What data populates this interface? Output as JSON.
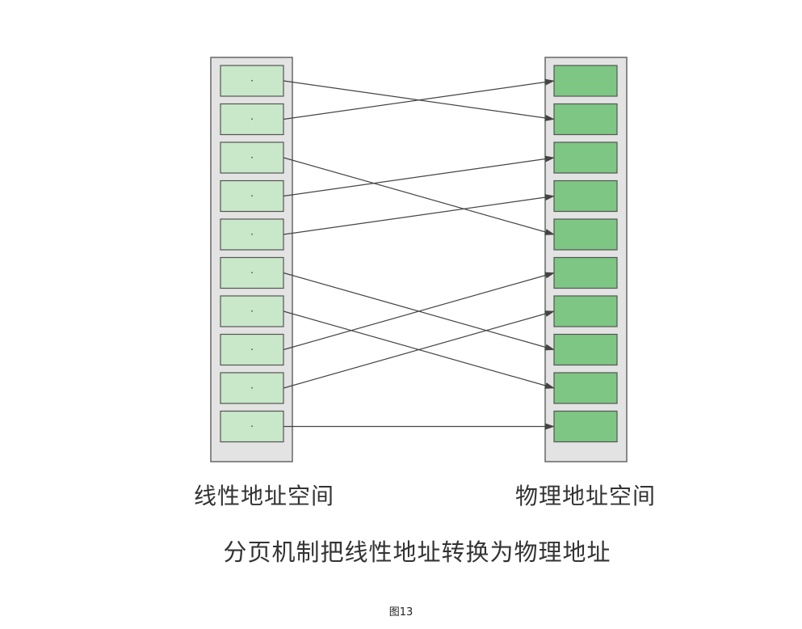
{
  "diagram": {
    "linear_space_label": "线性地址空间",
    "physical_space_label": "物理地址空间",
    "caption": "分页机制把线性地址转换为物理地址",
    "figure_number": "图13",
    "linear_page_mark": "·",
    "linear_page_count": 10,
    "physical_page_count": 10,
    "mappings": [
      {
        "from": 0,
        "to": 1
      },
      {
        "from": 1,
        "to": 0
      },
      {
        "from": 2,
        "to": 4
      },
      {
        "from": 3,
        "to": 2
      },
      {
        "from": 4,
        "to": 3
      },
      {
        "from": 5,
        "to": 7
      },
      {
        "from": 6,
        "to": 8
      },
      {
        "from": 7,
        "to": 5
      },
      {
        "from": 8,
        "to": 6
      },
      {
        "from": 9,
        "to": 9
      }
    ]
  },
  "colors": {
    "column_background": "#e3e3e3",
    "column_border": "#666666",
    "linear_page_fill": "#c9e7c9",
    "physical_page_fill": "#7dc683",
    "page_border": "#555555",
    "arrow": "#444444"
  }
}
